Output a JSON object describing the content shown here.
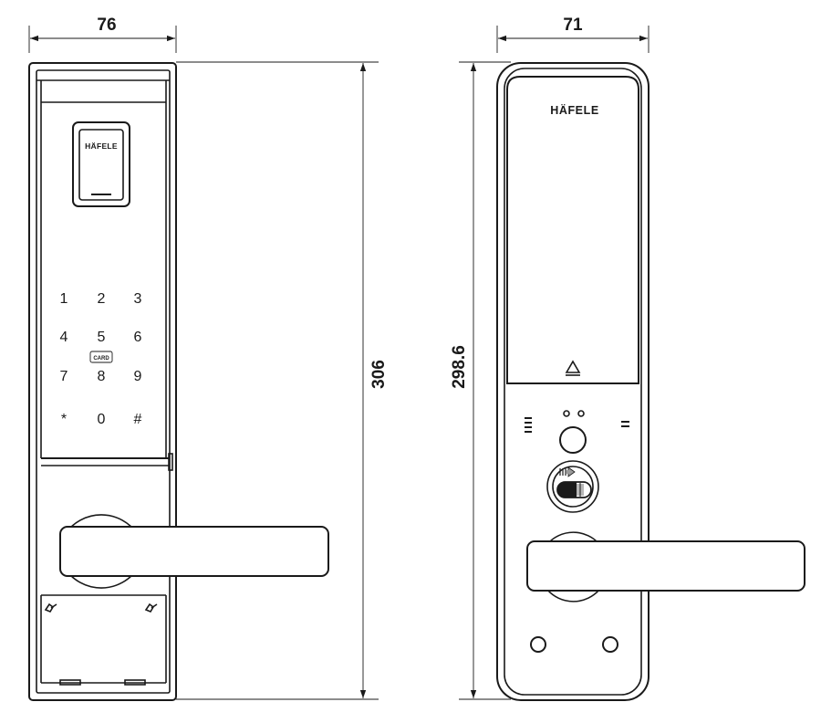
{
  "dimensions": {
    "front_width": "76",
    "back_width": "71",
    "front_height": "306",
    "back_height": "298.6"
  },
  "front_view": {
    "brand": "HÄFELE",
    "keypad": [
      "1",
      "2",
      "3",
      "4",
      "5",
      "6",
      "7",
      "8",
      "9",
      "*",
      "0",
      "#"
    ],
    "card_label": "CARD"
  },
  "back_view": {
    "brand": "HÄFELE"
  }
}
